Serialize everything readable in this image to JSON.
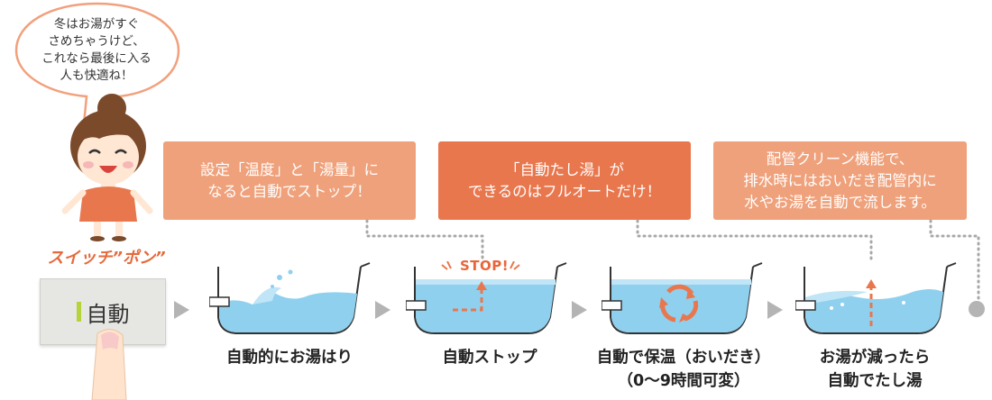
{
  "speech_bubble": {
    "text": "冬はお湯がすぐ\nさめちゃうけど、\nこれなら最後に入る\n人も快適ね！"
  },
  "switch_label": "スイッチ”ポン”",
  "auto_button": {
    "label": "自動"
  },
  "info_boxes": [
    {
      "text": "設定「温度」と「湯量」に\nなると自動でストップ！"
    },
    {
      "text": "「自動たし湯」が\nできるのはフルオートだけ！"
    },
    {
      "text": "配管クリーン機能で、\n排水時にはおいだき配管内に\n水やお湯を自動で流します。"
    }
  ],
  "stop_label": "STOP!",
  "steps": [
    {
      "caption": "自動的にお湯はり"
    },
    {
      "caption": "自動ストップ"
    },
    {
      "caption": "自動で保温（おいだき）\n（0〜9時間可変）"
    },
    {
      "caption": "お湯が減ったら\n自動でたし湯"
    }
  ],
  "colors": {
    "orange_dark": "#e9774e",
    "orange_light": "#efa17b",
    "water": "#8fd0ef",
    "arrow_gray": "#b4b4b4"
  }
}
